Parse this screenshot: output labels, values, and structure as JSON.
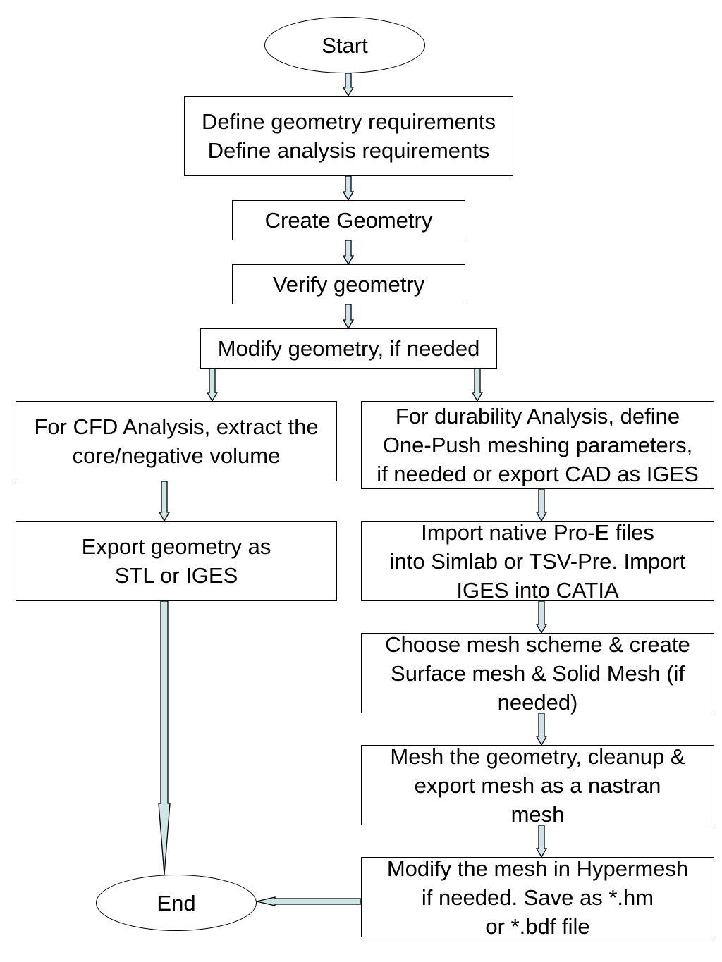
{
  "nodes": {
    "start": {
      "lines": [
        "Start"
      ]
    },
    "define": {
      "lines": [
        "Define geometry requirements",
        "Define analysis requirements"
      ]
    },
    "create": {
      "lines": [
        "Create Geometry"
      ]
    },
    "verify": {
      "lines": [
        "Verify geometry"
      ]
    },
    "modify": {
      "lines": [
        "Modify geometry, if needed"
      ]
    },
    "cfd": {
      "lines": [
        "For CFD Analysis, extract the",
        "core/negative volume"
      ]
    },
    "export": {
      "lines": [
        "Export geometry as",
        "STL or IGES"
      ]
    },
    "durability": {
      "lines": [
        "For durability Analysis, define",
        "One-Push meshing parameters,",
        "if needed or export CAD as IGES"
      ]
    },
    "import": {
      "lines": [
        "Import native Pro-E files",
        "into Simlab or TSV-Pre. Import",
        "IGES into CATIA"
      ]
    },
    "scheme": {
      "lines": [
        "Choose mesh scheme & create",
        "Surface mesh & Solid Mesh (if",
        "needed)"
      ]
    },
    "mesh": {
      "lines": [
        "Mesh the geometry, cleanup &",
        "export mesh as a nastran",
        "mesh"
      ]
    },
    "hypermesh": {
      "lines": [
        "Modify the mesh in Hypermesh",
        "if needed. Save as *.hm",
        "or *.bdf file"
      ]
    },
    "end": {
      "lines": [
        "End"
      ]
    }
  },
  "colors": {
    "arrow_fill": "#cfe6e6",
    "stroke": "#000000",
    "box_fill": "#ffffff"
  }
}
